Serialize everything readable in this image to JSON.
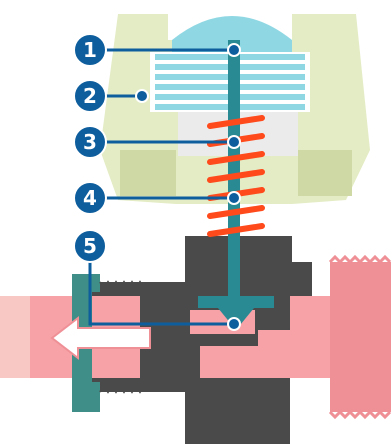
{
  "callouts": [
    {
      "number": "1"
    },
    {
      "number": "2"
    },
    {
      "number": "3"
    },
    {
      "number": "4"
    },
    {
      "number": "5"
    }
  ],
  "colors": {
    "housing": "#e3ecc4",
    "cap": "#8fd8e3",
    "bellows": "#8fd8e3",
    "spring": "#ff4a1c",
    "stem": "#2a8a94",
    "body": "#4a4a4a",
    "pipe": "#f6a2a6",
    "nut": "#3f8e87",
    "callout": "#0e5e9e",
    "arrow": "#ffffff"
  },
  "icons": {
    "flow": "flow-arrow-left-icon"
  }
}
